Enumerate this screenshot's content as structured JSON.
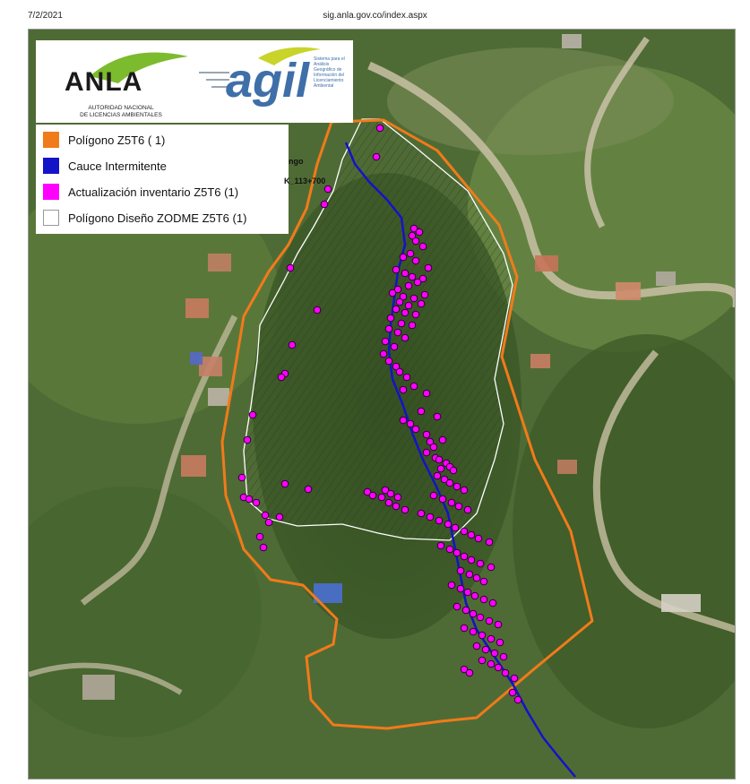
{
  "header": {
    "date": "7/2/2021",
    "url": "sig.anla.gov.co/index.aspx"
  },
  "logos": {
    "anla": {
      "name": "ANLA",
      "subtitle_line1": "AUTORIDAD NACIONAL",
      "subtitle_line2": "DE LICENCIAS AMBIENTALES"
    },
    "agil": {
      "name": "agil",
      "tagline": "Sistema para el Análisis Geográfico de Información del Licenciamiento Ambiental"
    }
  },
  "legend": {
    "items": [
      {
        "label": "Polígono Z5T6 ( 1)",
        "color": "#f07b1a",
        "style": "fill"
      },
      {
        "label": "Cauce Intermitente",
        "color": "#1313c8",
        "style": "fill"
      },
      {
        "label": "Actualización inventario Z5T6 (1)",
        "color": "#ff00ff",
        "style": "fill"
      },
      {
        "label": "Polígono Diseño ZODME Z5T6 (1)",
        "color": "#ffffff",
        "style": "outline"
      }
    ]
  },
  "map_labels": {
    "label_a": "ngo",
    "label_b": "K_113+700"
  },
  "map": {
    "orange_polygon": [
      [
        338,
        103
      ],
      [
        396,
        101
      ],
      [
        456,
        135
      ],
      [
        525,
        218
      ],
      [
        545,
        276
      ],
      [
        528,
        365
      ],
      [
        565,
        480
      ],
      [
        605,
        560
      ],
      [
        629,
        660
      ],
      [
        566,
        712
      ],
      [
        500,
        768
      ],
      [
        460,
        772
      ],
      [
        400,
        780
      ],
      [
        340,
        776
      ],
      [
        315,
        748
      ],
      [
        310,
        700
      ],
      [
        340,
        686
      ],
      [
        344,
        658
      ],
      [
        306,
        620
      ],
      [
        270,
        614
      ],
      [
        240,
        580
      ],
      [
        220,
        520
      ],
      [
        216,
        460
      ],
      [
        230,
        380
      ],
      [
        240,
        320
      ],
      [
        268,
        270
      ],
      [
        290,
        240
      ],
      [
        310,
        200
      ],
      [
        322,
        150
      ]
    ],
    "white_polygon": [
      [
        372,
        100
      ],
      [
        392,
        100
      ],
      [
        430,
        130
      ],
      [
        490,
        180
      ],
      [
        530,
        250
      ],
      [
        540,
        285
      ],
      [
        520,
        390
      ],
      [
        530,
        440
      ],
      [
        520,
        480
      ],
      [
        500,
        540
      ],
      [
        470,
        570
      ],
      [
        420,
        568
      ],
      [
        390,
        562
      ],
      [
        350,
        552
      ],
      [
        300,
        554
      ],
      [
        268,
        546
      ],
      [
        244,
        525
      ],
      [
        240,
        470
      ],
      [
        248,
        420
      ],
      [
        255,
        370
      ],
      [
        258,
        330
      ],
      [
        285,
        280
      ],
      [
        300,
        250
      ],
      [
        318,
        220
      ],
      [
        340,
        180
      ],
      [
        350,
        145
      ]
    ],
    "stream": [
      [
        354,
        126
      ],
      [
        364,
        150
      ],
      [
        380,
        170
      ],
      [
        400,
        190
      ],
      [
        416,
        210
      ],
      [
        420,
        240
      ],
      [
        412,
        270
      ],
      [
        408,
        300
      ],
      [
        404,
        330
      ],
      [
        402,
        360
      ],
      [
        406,
        390
      ],
      [
        418,
        420
      ],
      [
        428,
        450
      ],
      [
        440,
        480
      ],
      [
        455,
        510
      ],
      [
        468,
        540
      ],
      [
        474,
        570
      ],
      [
        480,
        600
      ],
      [
        488,
        640
      ],
      [
        500,
        670
      ],
      [
        520,
        700
      ],
      [
        540,
        730
      ],
      [
        556,
        760
      ],
      [
        574,
        790
      ],
      [
        590,
        810
      ],
      [
        610,
        834
      ]
    ],
    "points": [
      [
        392,
        110
      ],
      [
        388,
        142
      ],
      [
        334,
        178
      ],
      [
        330,
        195
      ],
      [
        292,
        266
      ],
      [
        322,
        313
      ],
      [
        294,
        352
      ],
      [
        286,
        384
      ],
      [
        282,
        388
      ],
      [
        250,
        430
      ],
      [
        244,
        458
      ],
      [
        238,
        500
      ],
      [
        286,
        507
      ],
      [
        312,
        513
      ],
      [
        240,
        522
      ],
      [
        246,
        524
      ],
      [
        254,
        528
      ],
      [
        264,
        542
      ],
      [
        280,
        544
      ],
      [
        268,
        550
      ],
      [
        258,
        566
      ],
      [
        262,
        578
      ],
      [
        430,
        222
      ],
      [
        436,
        226
      ],
      [
        428,
        230
      ],
      [
        432,
        236
      ],
      [
        440,
        242
      ],
      [
        426,
        250
      ],
      [
        418,
        254
      ],
      [
        432,
        258
      ],
      [
        446,
        266
      ],
      [
        410,
        268
      ],
      [
        420,
        272
      ],
      [
        428,
        276
      ],
      [
        440,
        278
      ],
      [
        434,
        282
      ],
      [
        424,
        286
      ],
      [
        412,
        290
      ],
      [
        406,
        294
      ],
      [
        418,
        298
      ],
      [
        430,
        300
      ],
      [
        442,
        296
      ],
      [
        414,
        304
      ],
      [
        424,
        308
      ],
      [
        438,
        306
      ],
      [
        410,
        312
      ],
      [
        420,
        316
      ],
      [
        432,
        318
      ],
      [
        404,
        322
      ],
      [
        416,
        328
      ],
      [
        428,
        330
      ],
      [
        402,
        334
      ],
      [
        412,
        338
      ],
      [
        420,
        344
      ],
      [
        398,
        348
      ],
      [
        408,
        354
      ],
      [
        396,
        362
      ],
      [
        402,
        370
      ],
      [
        410,
        376
      ],
      [
        414,
        382
      ],
      [
        422,
        388
      ],
      [
        430,
        398
      ],
      [
        418,
        402
      ],
      [
        444,
        406
      ],
      [
        438,
        426
      ],
      [
        456,
        432
      ],
      [
        418,
        436
      ],
      [
        426,
        440
      ],
      [
        432,
        446
      ],
      [
        444,
        452
      ],
      [
        462,
        458
      ],
      [
        448,
        460
      ],
      [
        452,
        466
      ],
      [
        444,
        472
      ],
      [
        454,
        478
      ],
      [
        458,
        480
      ],
      [
        466,
        484
      ],
      [
        470,
        488
      ],
      [
        460,
        490
      ],
      [
        474,
        492
      ],
      [
        456,
        498
      ],
      [
        464,
        502
      ],
      [
        470,
        506
      ],
      [
        478,
        510
      ],
      [
        486,
        514
      ],
      [
        452,
        520
      ],
      [
        462,
        524
      ],
      [
        472,
        528
      ],
      [
        480,
        532
      ],
      [
        490,
        536
      ],
      [
        438,
        540
      ],
      [
        448,
        544
      ],
      [
        458,
        548
      ],
      [
        468,
        552
      ],
      [
        476,
        556
      ],
      [
        486,
        560
      ],
      [
        494,
        564
      ],
      [
        502,
        568
      ],
      [
        514,
        572
      ],
      [
        460,
        576
      ],
      [
        470,
        580
      ],
      [
        478,
        584
      ],
      [
        486,
        588
      ],
      [
        494,
        592
      ],
      [
        504,
        596
      ],
      [
        516,
        600
      ],
      [
        482,
        604
      ],
      [
        492,
        608
      ],
      [
        500,
        612
      ],
      [
        508,
        616
      ],
      [
        472,
        620
      ],
      [
        482,
        624
      ],
      [
        490,
        628
      ],
      [
        498,
        632
      ],
      [
        508,
        636
      ],
      [
        518,
        640
      ],
      [
        478,
        644
      ],
      [
        488,
        648
      ],
      [
        496,
        652
      ],
      [
        504,
        656
      ],
      [
        514,
        660
      ],
      [
        524,
        664
      ],
      [
        486,
        668
      ],
      [
        496,
        672
      ],
      [
        506,
        676
      ],
      [
        516,
        680
      ],
      [
        526,
        684
      ],
      [
        500,
        688
      ],
      [
        510,
        692
      ],
      [
        520,
        696
      ],
      [
        530,
        700
      ],
      [
        506,
        704
      ],
      [
        516,
        708
      ],
      [
        524,
        712
      ],
      [
        532,
        718
      ],
      [
        542,
        724
      ],
      [
        540,
        740
      ],
      [
        546,
        748
      ],
      [
        486,
        714
      ],
      [
        492,
        718
      ],
      [
        398,
        514
      ],
      [
        404,
        518
      ],
      [
        412,
        522
      ],
      [
        378,
        516
      ],
      [
        384,
        520
      ],
      [
        394,
        522
      ],
      [
        402,
        528
      ],
      [
        410,
        532
      ],
      [
        420,
        536
      ]
    ]
  }
}
